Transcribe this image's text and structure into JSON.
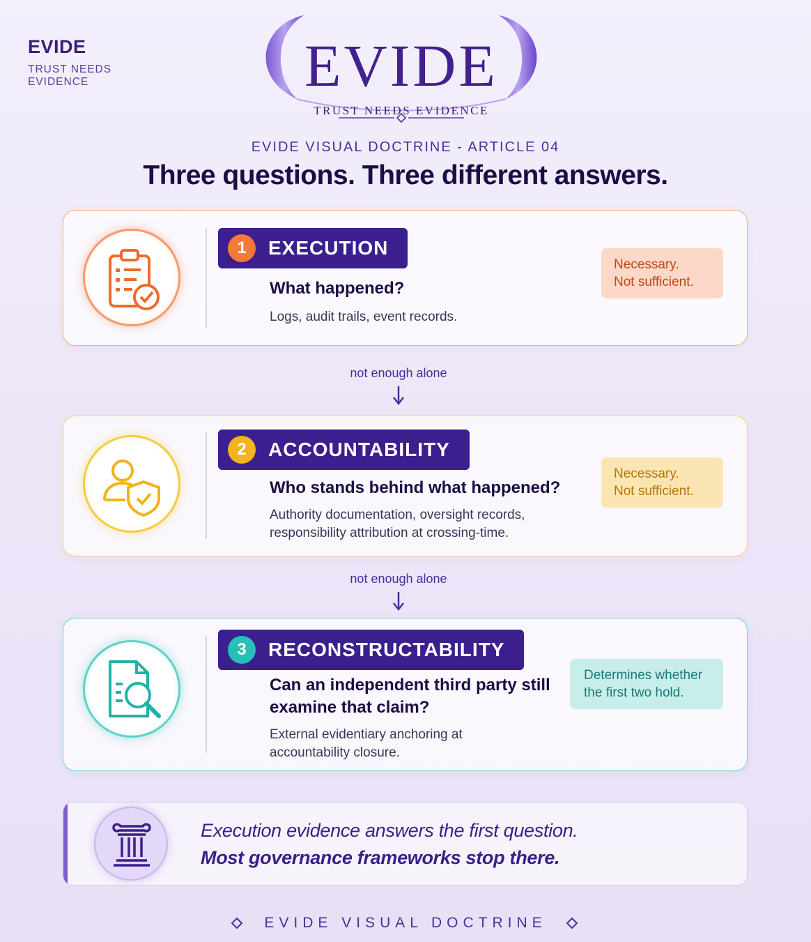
{
  "brand": {
    "name": "EVIDE",
    "tagline": "TRUST NEEDS EVIDENCE"
  },
  "logo": {
    "wordmark": "EVIDE",
    "tagline": "TRUST NEEDS EVIDENCE"
  },
  "kicker": "EVIDE VISUAL DOCTRINE - ARTICLE 04",
  "headline": "Three questions. Three different answers.",
  "cards": [
    {
      "number": "1",
      "title": "EXECUTION",
      "question": "What happened?",
      "description": "Logs, audit trails, event records.",
      "note_line1": "Necessary.",
      "note_line2": "Not sufficient.",
      "icon": "clipboard-check-icon",
      "accent": "#f47a3a"
    },
    {
      "number": "2",
      "title": "ACCOUNTABILITY",
      "question": "Who stands behind what happened?",
      "description": "Authority documentation, oversight records, responsibility attribution at crossing-time.",
      "note_line1": "Necessary.",
      "note_line2": "Not sufficient.",
      "icon": "user-shield-icon",
      "accent": "#f4b21c"
    },
    {
      "number": "3",
      "title": "RECONSTRUCTABILITY",
      "question": "Can an independent third party still examine that claim?",
      "description": "External evidentiary anchoring at accountability closure.",
      "note_line1": "Determines whether",
      "note_line2": "the first two hold.",
      "icon": "document-search-icon",
      "accent": "#26c0b5"
    }
  ],
  "connectors": [
    {
      "label": "not enough alone"
    },
    {
      "label": "not enough alone"
    }
  ],
  "summary": {
    "line1": "Execution evidence answers the first question.",
    "line2": "Most governance frameworks stop there.",
    "icon": "pillar-icon"
  },
  "footer": "EVIDE VISUAL DOCTRINE",
  "colors": {
    "brand_purple": "#3b1f8f",
    "execution": "#f47a3a",
    "accountability": "#f4b21c",
    "reconstructability": "#26c0b5"
  }
}
